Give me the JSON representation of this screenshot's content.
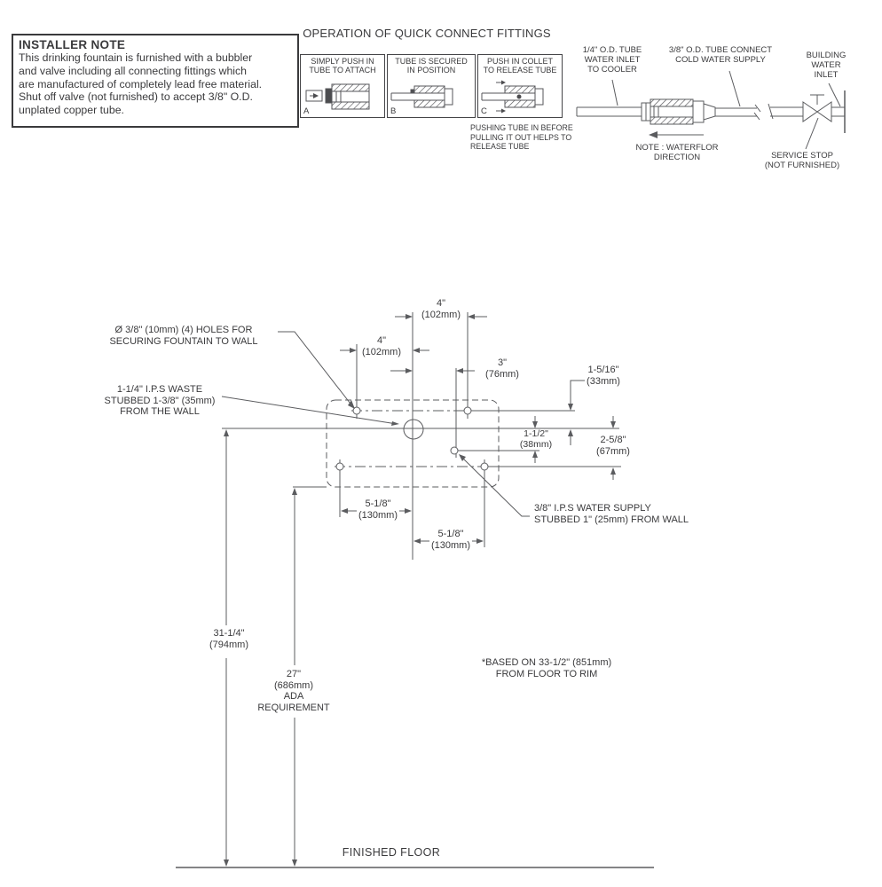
{
  "installer_note": {
    "title": "INSTALLER NOTE",
    "body": "This drinking fountain is furnished with a bubbler\nand valve including all connecting fittings which\nare manufactured of completely lead free material.\nShut off valve (not furnished) to accept 3/8\" O.D.\nunplated copper tube."
  },
  "quick_connect": {
    "title": "OPERATION OF QUICK CONNECT FITTINGS",
    "panels": [
      {
        "letter": "A",
        "label": "SIMPLY PUSH IN\nTUBE TO ATTACH"
      },
      {
        "letter": "B",
        "label": "TUBE IS SECURED\nIN POSITION"
      },
      {
        "letter": "C",
        "label": "PUSH IN COLLET\nTO RELEASE TUBE"
      }
    ],
    "note": "PUSHING TUBE IN BEFORE\nPULLING IT OUT HELPS TO\nRELEASE TUBE"
  },
  "fittings": {
    "inlet_to_cooler": "1/4\" O.D. TUBE\nWATER INLET\nTO COOLER",
    "cold_supply": "3/8\" O.D. TUBE CONNECT\nCOLD WATER SUPPLY",
    "building_inlet": "BUILDING WATER\nINLET",
    "flow_note": "NOTE : WATERFLOR\nDIRECTION",
    "service_stop": "SERVICE STOP\n(NOT FURNISHED)"
  },
  "plan": {
    "holes_label": "Ø 3/8\" (10mm) (4) HOLES FOR\nSECURING FOUNTAIN TO WALL",
    "waste_label": "1-1/4\" I.P.S WASTE\nSTUBBED 1-3/8\" (35mm)\nFROM THE WALL",
    "supply_label": "3/8\" I.P.S WATER SUPPLY\nSTUBBED 1\" (25mm) FROM WALL",
    "dims": {
      "top_right_4": "4\"\n(102mm)",
      "top_left_4": "4\"\n(102mm)",
      "supply_3": "3\"\n(76mm)",
      "offset_1_5_16": "1-5/16\"\n(33mm)",
      "supply_drop_1_1_2": "1-1/2\"\n(38mm)",
      "lower_drop_2_5_8": "2-5/8\"\n(67mm)",
      "bottom_left_5_1_8": "5-1/8\"\n(130mm)",
      "bottom_right_5_1_8": "5-1/8\"\n(130mm)",
      "height_31_1_4": "31-1/4\"\n(794mm)",
      "ada_27": "27\"\n(686mm)\nADA\nREQUIREMENT"
    },
    "rim_note": "*BASED ON 33-1/2\" (851mm)\nFROM FLOOR TO RIM",
    "floor_label": "FINISHED FLOOR"
  }
}
